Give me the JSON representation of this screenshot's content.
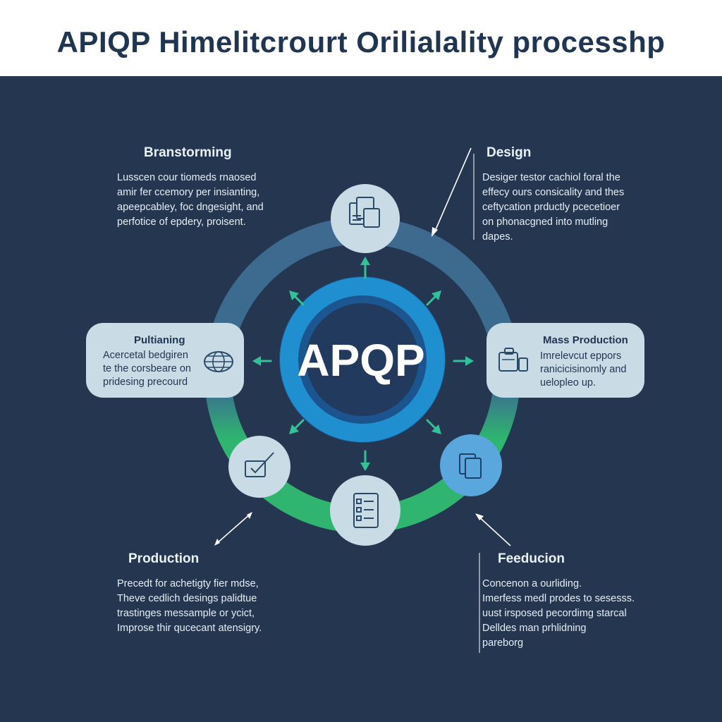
{
  "title": "APIQP Himelitcrourt Orilialality processhp",
  "center_label": "APQP",
  "sections": {
    "brainstorming": {
      "heading": "Branstorming",
      "lines": [
        "Lusscen cour tiomeds rnaosed",
        "amir fer ccemory per insianting,",
        "apeepcabley, foc dngesight, and",
        "perfotice of epdery, proisent."
      ]
    },
    "design": {
      "heading": "Design",
      "lines": [
        "Desiger testor cachiol foral the",
        "effecy ours consicality and thes",
        "ceftycation prductly pcecetioer",
        "on phonacgned into mutling",
        "dapes."
      ]
    },
    "planning": {
      "heading": "Pultianing",
      "lines": [
        "Acercetal bedgiren",
        "te the corsbeare on",
        "pridesing precourd"
      ]
    },
    "mass_production": {
      "heading": "Mass Production",
      "lines": [
        "Imrelevcut eppors",
        "ranicicisinomly and",
        "uelopleo up."
      ]
    },
    "production": {
      "heading": "Production",
      "lines": [
        "Precedt for achetigty fier mdse,",
        "Theve cedlich desings palidtue",
        "trastinges messample or ycict,",
        "Improse thir qucecant atensigry."
      ]
    },
    "feedback": {
      "heading": "Feeducion",
      "lines": [
        "Concenon a ourliding.",
        "Imerfess medl prodes to sesesss.",
        "uust irsposed pecordimg starcal",
        "Delldes man prhlidning",
        "pareborg"
      ]
    }
  },
  "icons": [
    "documents-icon",
    "globe-icon",
    "toolbox-icon",
    "checklist-icon",
    "clipboard-check-icon",
    "copy-docs-icon"
  ],
  "colors": {
    "background": "#243650",
    "header_bg": "#ffffff",
    "title": "#1f3552",
    "ring_slate": "#3d6a8e",
    "ring_green": "#2fb56f",
    "ring_blue": "#1c7fc0",
    "node": "#c9dbe5",
    "arrow_teal": "#33c19a"
  }
}
